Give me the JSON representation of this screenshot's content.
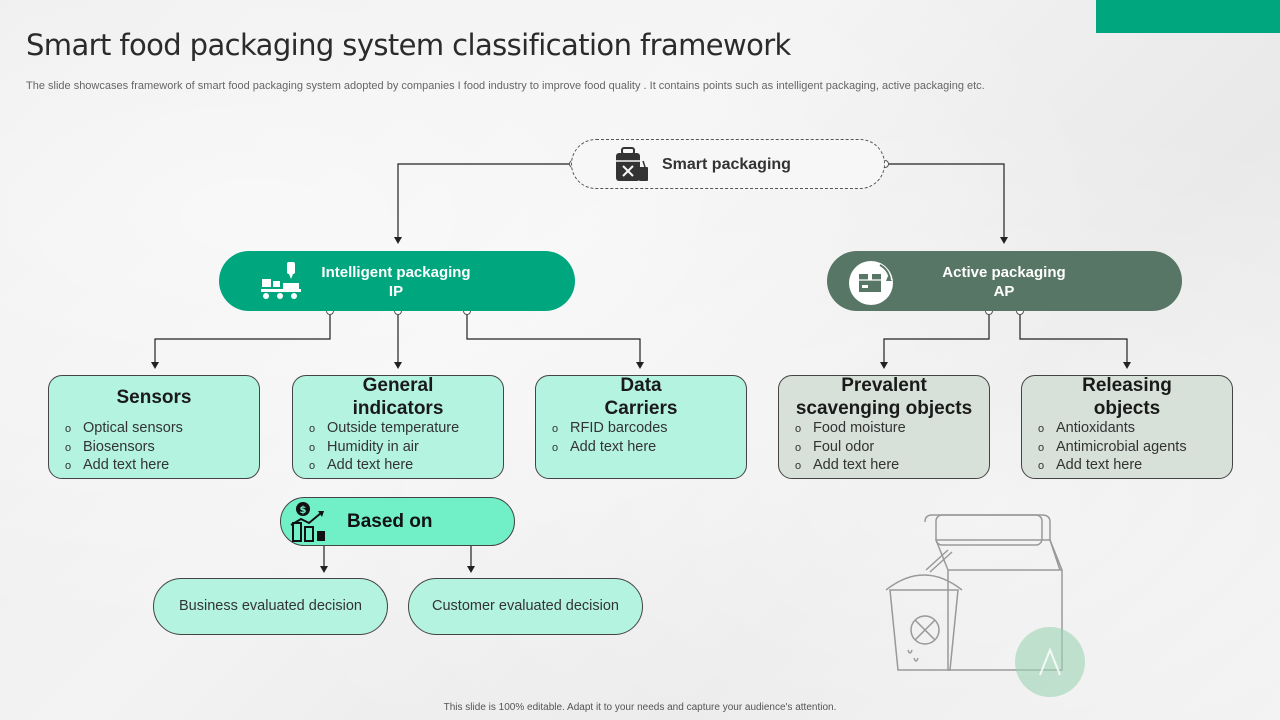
{
  "title": "Smart food packaging system classification framework",
  "subtitle": "The slide showcases framework of smart food packaging system adopted by companies I food industry to  improve food quality .  It contains points such as intelligent packaging, active packaging etc.",
  "footer": "This slide is 100% editable.  Adapt it to your needs and capture your audience's attention.",
  "root": {
    "label": "Smart packaging",
    "icon": "food-delivery-bag-icon"
  },
  "intelligent": {
    "line1": "Intelligent packaging",
    "line2": "IP",
    "icon": "production-line-icon",
    "color": "#00a67e"
  },
  "active": {
    "line1": "Active packaging",
    "line2": "AP",
    "icon": "package-cycle-icon",
    "color": "#577665"
  },
  "cards": {
    "sensors": {
      "title1": "Sensors",
      "items": [
        "Optical sensors",
        "Biosensors",
        "Add text here"
      ]
    },
    "general": {
      "title1": "General",
      "title2": "indicators",
      "items": [
        "Outside temperature",
        "Humidity in air",
        "Add text here"
      ]
    },
    "data": {
      "title1": "Data",
      "title2": "Carriers",
      "items": [
        "RFID barcodes",
        "Add text here"
      ]
    },
    "prevalent": {
      "title1": "Prevalent",
      "title2": "scavenging objects",
      "items": [
        "Food moisture",
        "Foul odor",
        "Add text here"
      ]
    },
    "releasing": {
      "title1": "Releasing",
      "title2": "objects",
      "items": [
        "Antioxidants",
        "Antimicrobial agents",
        "Add text here"
      ]
    }
  },
  "based_on": {
    "label": "Based on",
    "icon": "financial-growth-icon"
  },
  "decisions": {
    "business": "Business evaluated decision",
    "customer": "Customer evaluated decision"
  },
  "bullet": "o",
  "colors": {
    "accent": "#00a67e",
    "secondary": "#577665",
    "teal_light": "#b4f3e0",
    "grey_light": "#d7e1da",
    "based_fill": "#71f0c8"
  }
}
